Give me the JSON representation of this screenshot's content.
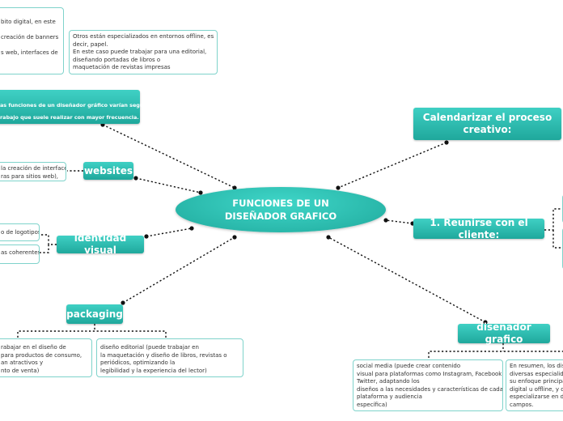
{
  "central": {
    "line1": "FUNCIONES DE UN",
    "line2": "DISEÑADOR GRAFICO"
  },
  "topics": {
    "intro": {
      "line1": "as funciones de un diseñador gráfico varían según el",
      "line2": "rabajo que suele realizar con mayor frecuencia."
    },
    "websites": "websites",
    "identidad": "identidad visual",
    "packaging": "packaging",
    "calendarizar": {
      "line1": "Calendarizar el proceso",
      "line2": "creativo:"
    },
    "reunirse": "1. Reunirse con el cliente:",
    "disenador": "diseñador grafico"
  },
  "notes": {
    "digital": [
      "bito digital, en este",
      "",
      "creación de banners",
      "",
      "s web, interfaces de"
    ],
    "offline": [
      "Otros están especializados en entornos offline, es",
      "decir, papel.",
      "En este caso puede trabajar para una editorial,",
      "diseñando portadas de libros o",
      "maquetación de revistas impresas"
    ],
    "websites_note": [
      "la creación de interfaces",
      "ras para sitios web),"
    ],
    "logotipos": [
      "o de logotipos"
    ],
    "coherentes": [
      "as coherentes"
    ],
    "packaging_left": [
      "rabajar en el diseño de",
      "para productos de consumo,",
      "an atractivos y",
      "nto de venta)"
    ],
    "editorial": [
      "diseño editorial (puede trabajar en",
      "la maquetación y diseño de libros, revistas o",
      "periódicos, optimizando la",
      "legibilidad y la experiencia del lector)"
    ],
    "social": [
      "social media (puede crear contenido",
      "visual para plataformas como Instagram, Facebook o",
      "Twitter, adaptando los",
      "diseños a las necesidades y características de cada",
      "plataforma y audiencia",
      "específica)"
    ],
    "resumen": [
      "En resumen, los dise",
      "diversas especialid",
      "su enfoque principa",
      "digital u offline, y de",
      "especializarse en di",
      "campos."
    ]
  }
}
